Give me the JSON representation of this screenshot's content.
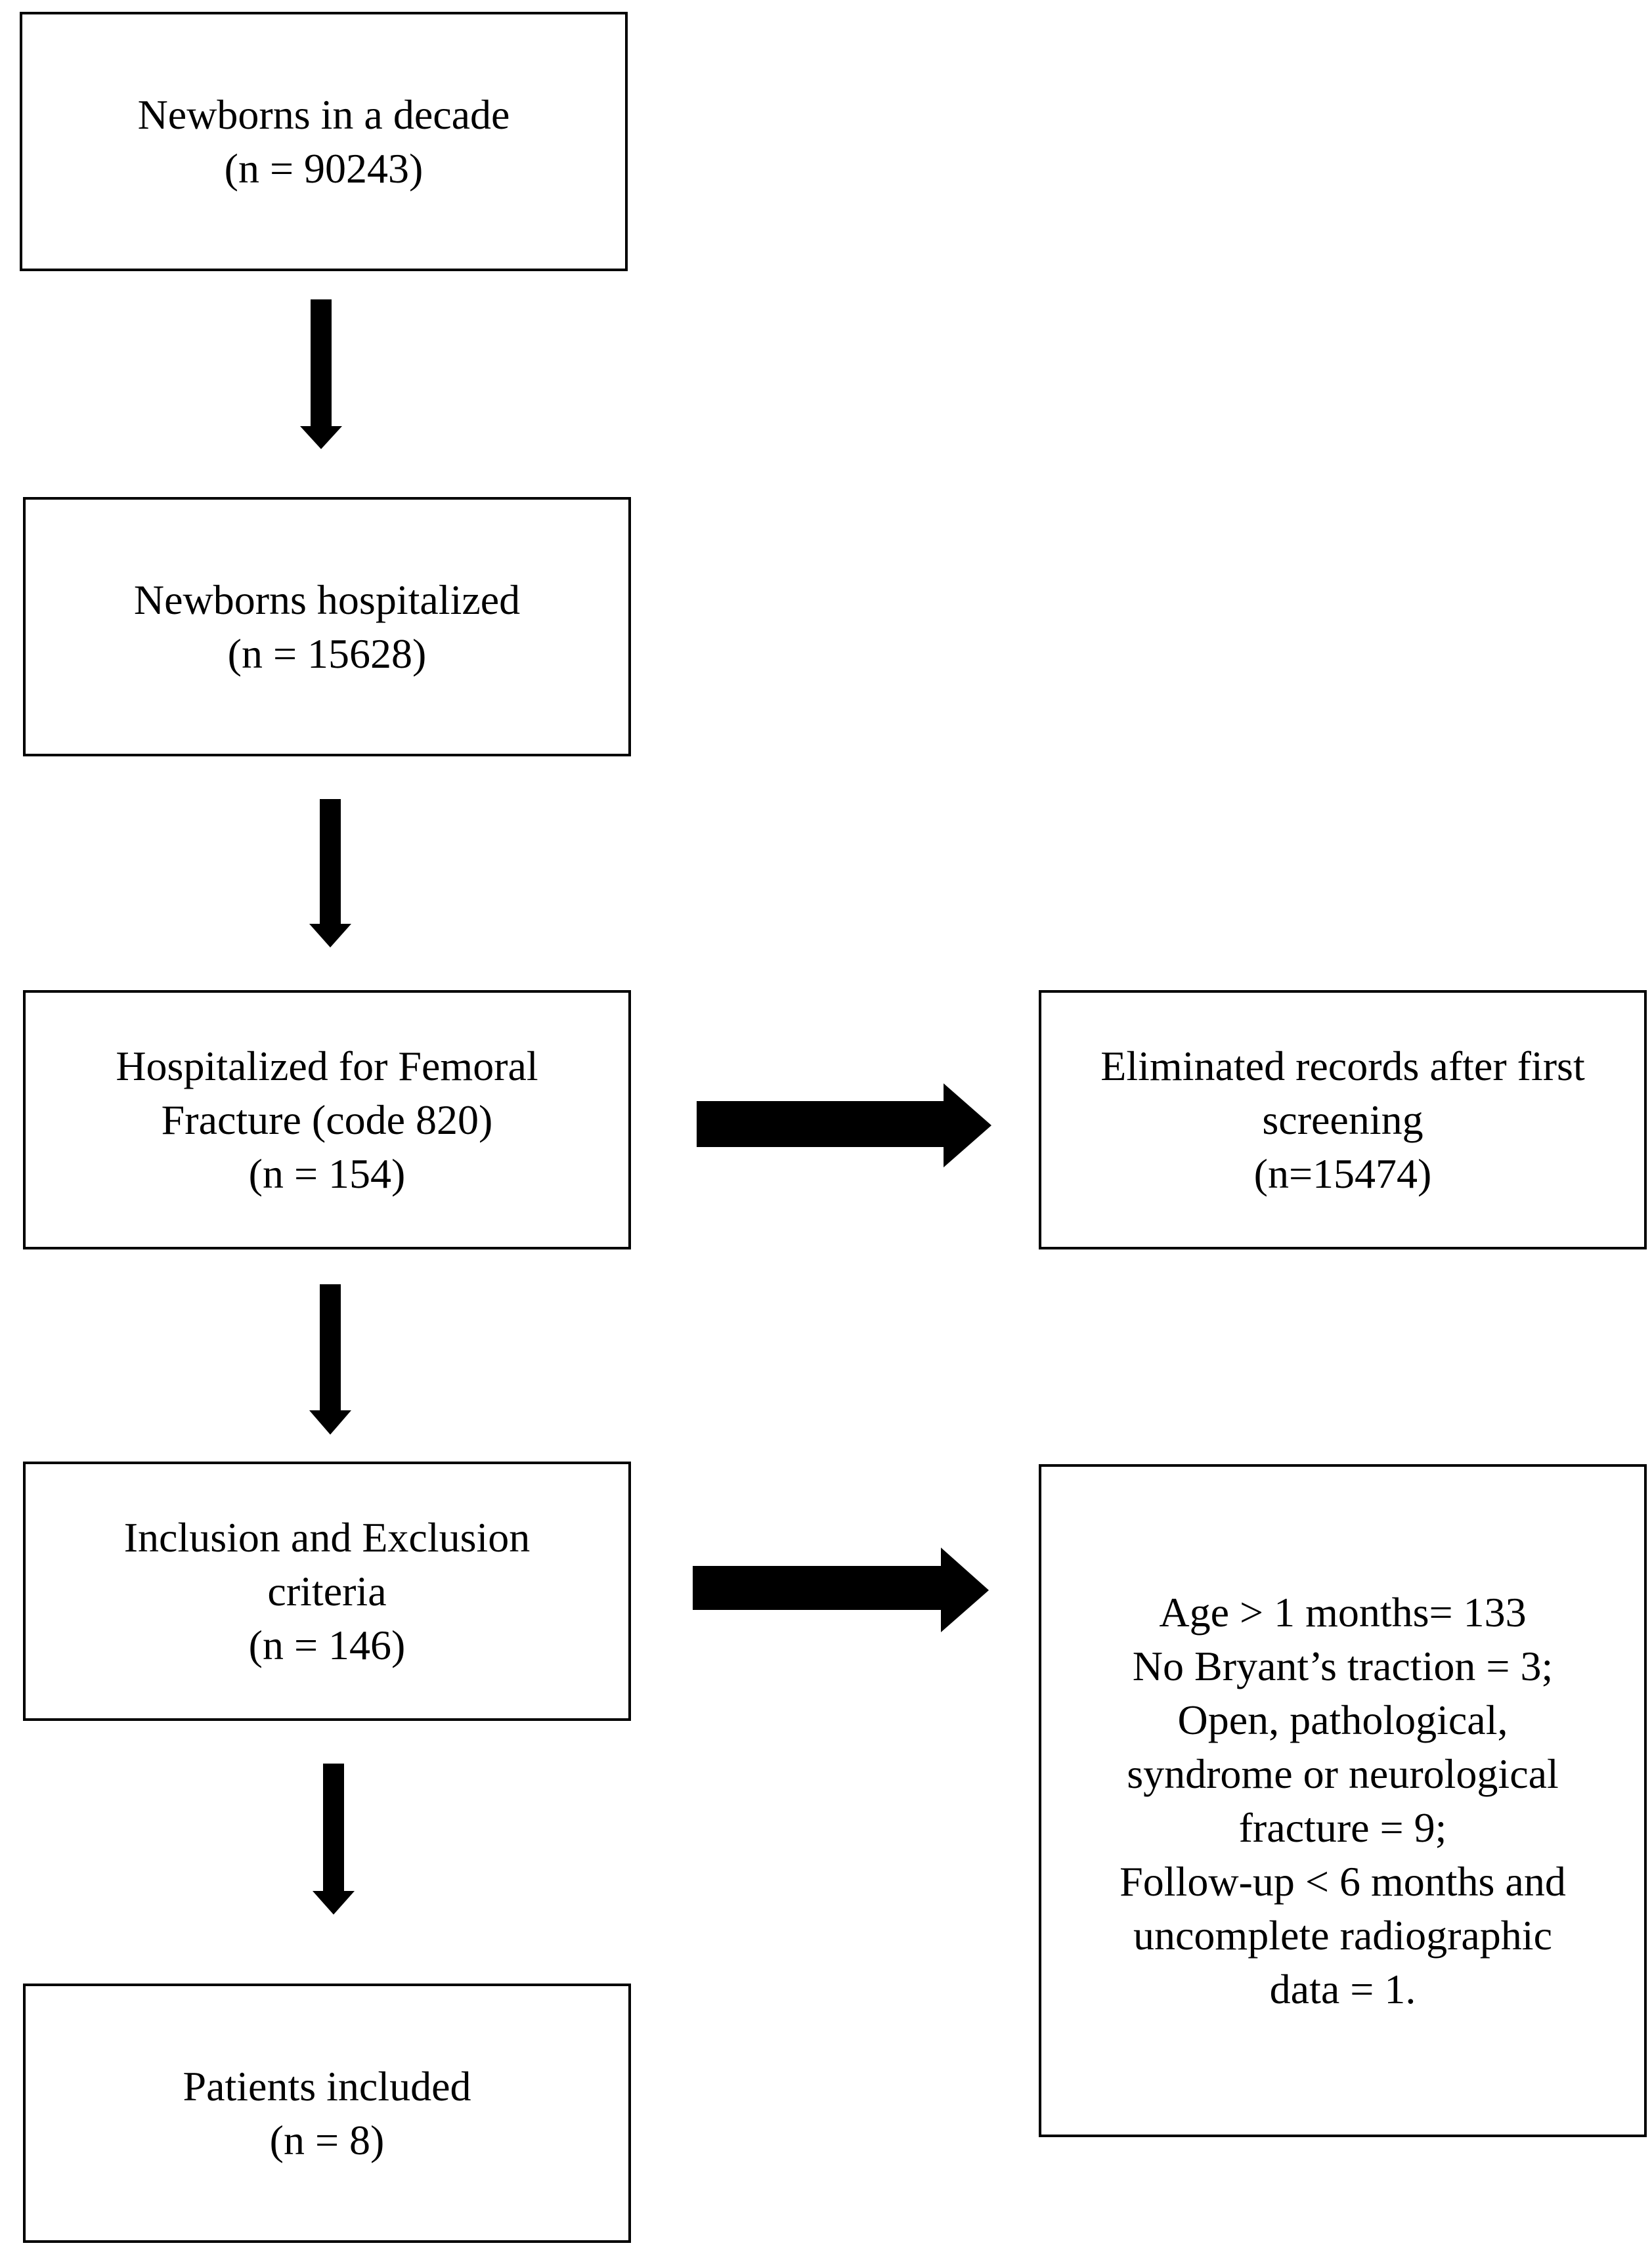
{
  "flow": {
    "newborns": {
      "label": "Newborns in a decade",
      "count": "(n = 90243)"
    },
    "hospitalized": {
      "label": "Newborns hospitalized",
      "count": "(n = 15628)"
    },
    "femoral": {
      "line1": "Hospitalized for Femoral",
      "line2": "Fracture (code 820)",
      "count": "(n = 154)"
    },
    "eliminated": {
      "line1": "Eliminated records after first",
      "line2": "screening",
      "count": "(n=15474)"
    },
    "criteria": {
      "line1": "Inclusion and Exclusion",
      "line2": "criteria",
      "count": "(n = 146)"
    },
    "reasons": {
      "lines": [
        "Age > 1 months= 133",
        "No Bryant’s traction = 3;",
        "Open, pathological,",
        "syndrome or neurological",
        "fracture = 9;",
        "Follow-up < 6 months and",
        "uncomplete radiographic",
        "data = 1."
      ]
    },
    "included": {
      "label": "Patients included",
      "count": "(n = 8)"
    }
  },
  "colors": {
    "stroke": "#000000",
    "background": "#ffffff"
  }
}
